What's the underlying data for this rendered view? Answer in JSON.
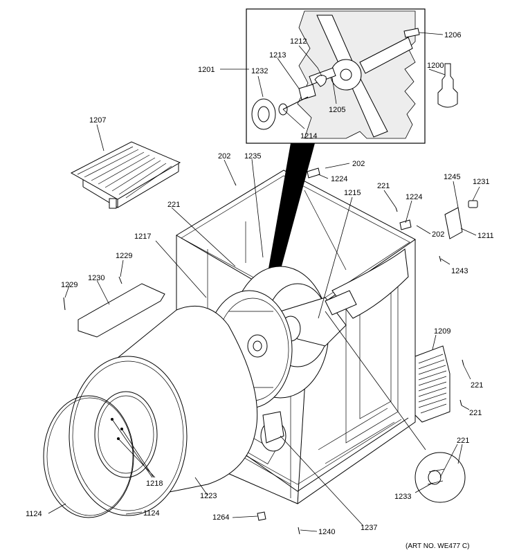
{
  "diagram": {
    "callouts": [
      {
        "id": "c1206",
        "text": "1206"
      },
      {
        "id": "c1212",
        "text": "1212"
      },
      {
        "id": "c1213",
        "text": "1213"
      },
      {
        "id": "c1201",
        "text": "1201"
      },
      {
        "id": "c1232",
        "text": "1232"
      },
      {
        "id": "c1200",
        "text": "1200"
      },
      {
        "id": "c1205",
        "text": "1205"
      },
      {
        "id": "c1214",
        "text": "1214"
      },
      {
        "id": "c1207",
        "text": "1207"
      },
      {
        "id": "c202a",
        "text": "202"
      },
      {
        "id": "c1235",
        "text": "1235"
      },
      {
        "id": "c202b",
        "text": "202"
      },
      {
        "id": "c1224a",
        "text": "1224"
      },
      {
        "id": "c221a",
        "text": "221"
      },
      {
        "id": "c1245",
        "text": "1245"
      },
      {
        "id": "c1231",
        "text": "1231"
      },
      {
        "id": "c1215",
        "text": "1215"
      },
      {
        "id": "c221b",
        "text": "221"
      },
      {
        "id": "c1224b",
        "text": "1224"
      },
      {
        "id": "c202c",
        "text": "202"
      },
      {
        "id": "c1211",
        "text": "1211"
      },
      {
        "id": "c1217",
        "text": "1217"
      },
      {
        "id": "c1229a",
        "text": "1229"
      },
      {
        "id": "c1243",
        "text": "1243"
      },
      {
        "id": "c1229b",
        "text": "1229"
      },
      {
        "id": "c1230",
        "text": "1230"
      },
      {
        "id": "c1209",
        "text": "1209"
      },
      {
        "id": "c221c",
        "text": "221"
      },
      {
        "id": "c221d",
        "text": "221"
      },
      {
        "id": "c221e",
        "text": "221"
      },
      {
        "id": "c1218",
        "text": "1218"
      },
      {
        "id": "c1233",
        "text": "1233"
      },
      {
        "id": "c1223",
        "text": "1223"
      },
      {
        "id": "c1124a",
        "text": "1124"
      },
      {
        "id": "c1124b",
        "text": "1124"
      },
      {
        "id": "c1264",
        "text": "1264"
      },
      {
        "id": "c1237",
        "text": "1237"
      },
      {
        "id": "c1240",
        "text": "1240"
      }
    ],
    "art_number": "(ART NO. WE477 C)"
  }
}
